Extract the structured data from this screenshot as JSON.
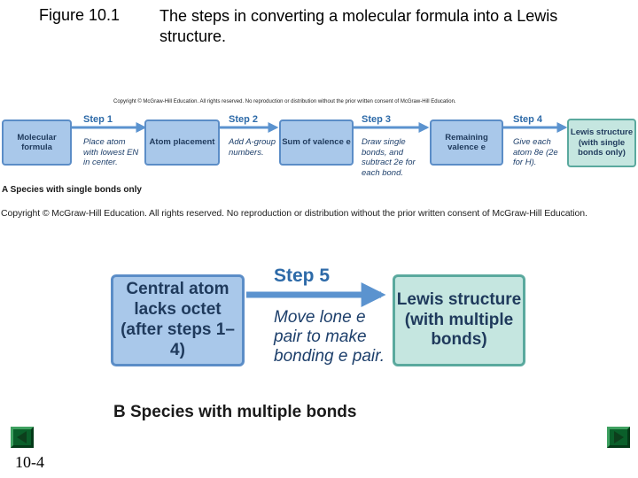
{
  "header": {
    "figure_label": "Figure 10.1",
    "title": "The steps in converting a molecular formula into a Lewis structure."
  },
  "copyright_a": "Copyright © McGraw-Hill Education.  All rights reserved. No reproduction or distribution without the prior written consent of McGraw-Hill Education.",
  "copyright_b": "Copyright © McGraw-Hill Education.  All rights reserved. No reproduction or distribution without the prior written consent of McGraw-Hill Education.",
  "panel_a": {
    "section_label": "A  Species with single bonds only",
    "boxes": [
      "Molecular formula",
      "Atom placement",
      "Sum of valence e",
      "Remaining valence e",
      "Lewis structure (with single bonds only)"
    ],
    "steps": [
      {
        "label": "Step 1",
        "desc": "Place atom with lowest EN in center."
      },
      {
        "label": "Step 2",
        "desc": "Add A-group numbers."
      },
      {
        "label": "Step 3",
        "desc": "Draw single bonds, and subtract 2e for each bond."
      },
      {
        "label": "Step 4",
        "desc": "Give each atom 8e (2e for H)."
      }
    ]
  },
  "panel_b": {
    "section_label": "B  Species with multiple bonds",
    "box_left": "Central atom lacks octet (after steps 1–4)",
    "box_right": "Lewis structure (with multiple bonds)",
    "step": {
      "label": "Step 5",
      "desc": "Move lone e pair to make bonding e pair."
    }
  },
  "footer": {
    "slide_number": "10-4"
  },
  "colors": {
    "blue_box": "#a9c8ea",
    "green_box": "#c5e6e0",
    "arrow": "#5b93cf",
    "nav": "#0a5f2a"
  }
}
